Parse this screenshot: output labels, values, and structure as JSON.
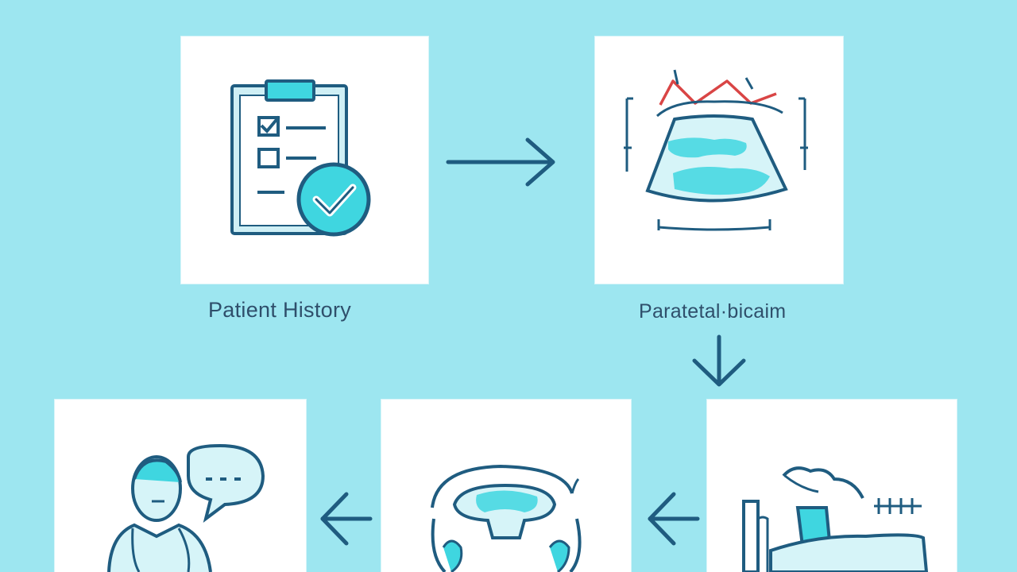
{
  "steps": [
    {
      "label": "Patient History",
      "icon": "clipboard-check-icon"
    },
    {
      "label": "Paratetal·bicaim",
      "icon": "ultrasound-exam-icon"
    },
    {
      "label": "",
      "icon": "ultrasound-probe-icon"
    },
    {
      "label": "",
      "icon": "pelvic-organ-icon"
    },
    {
      "label": "",
      "icon": "doctor-consultation-icon"
    }
  ],
  "arrows": [
    "right",
    "down",
    "left",
    "left"
  ],
  "colors": {
    "background": "#9de6f0",
    "card": "#ffffff",
    "line": "#1f5c80",
    "accent": "#3fd6e0",
    "alert": "#d94545"
  }
}
